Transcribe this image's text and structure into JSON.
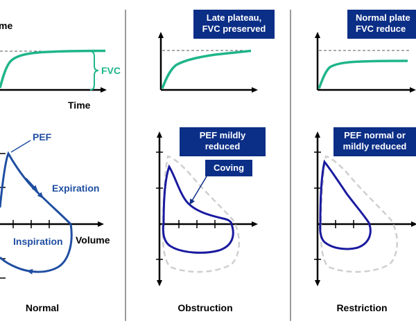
{
  "colors": {
    "green": "#1fb58a",
    "blue": "#1f4ea1",
    "navy": "#0b2e86",
    "navy_box": "#0b2e86",
    "gray_dashed": "#cfcfcf",
    "separator": "#9a9a9a",
    "axis": "#000000"
  },
  "icons": [
    "arrow-up-icon",
    "arrow-right-icon",
    "arrow-down-icon"
  ],
  "normal": {
    "volume_label_clipped": "me",
    "fvc_label": "FVC",
    "time_label": "Time",
    "pef_label": "PEF",
    "expiration_label": "Expiration",
    "inspiration_label": "Inspiration",
    "volume_label": "Volume",
    "panel_title": "Normal"
  },
  "obstruction": {
    "box_top": "Late plateau,\nFVC preserved",
    "box_pef": "PEF mildly\nreduced",
    "box_coving": "Coving",
    "panel_title": "Obstruction"
  },
  "restriction": {
    "box_top": "Normal plate\nFVC reduce",
    "box_pef": "PEF normal or\nmildly reduced",
    "panel_title": "Restriction"
  }
}
